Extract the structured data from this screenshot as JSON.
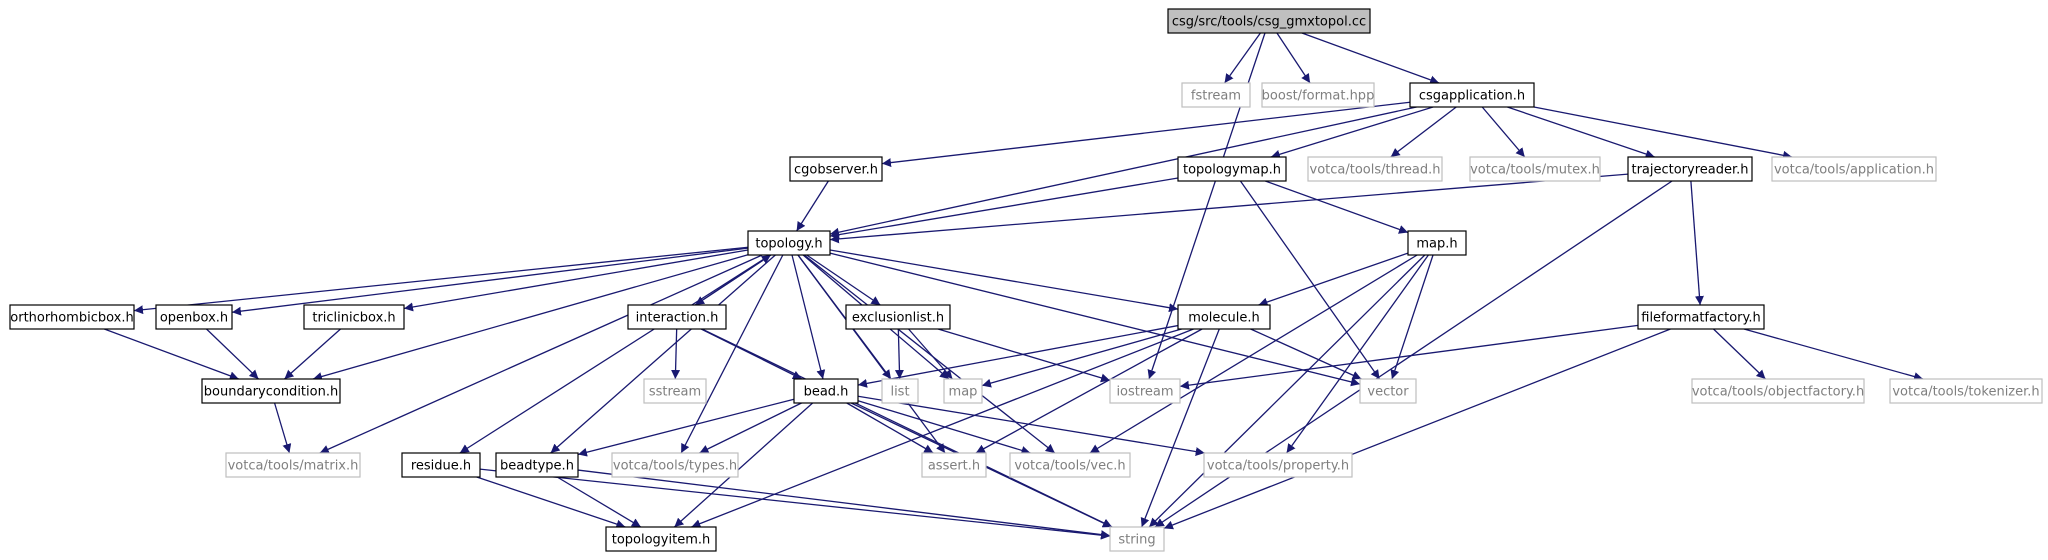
{
  "colors": {
    "edge": "#191970",
    "node_border_main": "#000000",
    "node_border_external": "#bfbfbf",
    "node_fill_root": "#bfbfbf",
    "node_fill": "#ffffff",
    "text_main": "#000000",
    "text_external": "#7f7f7f"
  },
  "nodes": [
    {
      "id": "csg_gmxtopol",
      "label": "csg/src/tools/csg_gmxtopol.cc",
      "kind": "root"
    },
    {
      "id": "fstream",
      "label": "fstream",
      "kind": "external"
    },
    {
      "id": "boost_format",
      "label": "boost/format.hpp",
      "kind": "external"
    },
    {
      "id": "csgapplication",
      "label": "csgapplication.h",
      "kind": "main"
    },
    {
      "id": "cgobserver",
      "label": "cgobserver.h",
      "kind": "main"
    },
    {
      "id": "topologymap",
      "label": "topologymap.h",
      "kind": "main"
    },
    {
      "id": "thread",
      "label": "votca/tools/thread.h",
      "kind": "external"
    },
    {
      "id": "mutex",
      "label": "votca/tools/mutex.h",
      "kind": "external"
    },
    {
      "id": "trajectoryreader",
      "label": "trajectoryreader.h",
      "kind": "main"
    },
    {
      "id": "application",
      "label": "votca/tools/application.h",
      "kind": "external"
    },
    {
      "id": "topology",
      "label": "topology.h",
      "kind": "main"
    },
    {
      "id": "maph",
      "label": "map.h",
      "kind": "main"
    },
    {
      "id": "orthorhombicbox",
      "label": "orthorhombicbox.h",
      "kind": "main"
    },
    {
      "id": "openbox",
      "label": "openbox.h",
      "kind": "main"
    },
    {
      "id": "triclinicbox",
      "label": "triclinicbox.h",
      "kind": "main"
    },
    {
      "id": "interaction",
      "label": "interaction.h",
      "kind": "main"
    },
    {
      "id": "exclusionlist",
      "label": "exclusionlist.h",
      "kind": "main"
    },
    {
      "id": "molecule",
      "label": "molecule.h",
      "kind": "main"
    },
    {
      "id": "fileformatfactory",
      "label": "fileformatfactory.h",
      "kind": "main"
    },
    {
      "id": "boundarycondition",
      "label": "boundarycondition.h",
      "kind": "main"
    },
    {
      "id": "sstream",
      "label": "sstream",
      "kind": "external"
    },
    {
      "id": "beadh",
      "label": "bead.h",
      "kind": "main"
    },
    {
      "id": "list",
      "label": "list",
      "kind": "external"
    },
    {
      "id": "mapstd",
      "label": "map",
      "kind": "external"
    },
    {
      "id": "iostream",
      "label": "iostream",
      "kind": "external"
    },
    {
      "id": "vector",
      "label": "vector",
      "kind": "external"
    },
    {
      "id": "objectfactory",
      "label": "votca/tools/objectfactory.h",
      "kind": "external"
    },
    {
      "id": "tokenizer",
      "label": "votca/tools/tokenizer.h",
      "kind": "external"
    },
    {
      "id": "matrix",
      "label": "votca/tools/matrix.h",
      "kind": "external"
    },
    {
      "id": "residue",
      "label": "residue.h",
      "kind": "main"
    },
    {
      "id": "beadtype",
      "label": "beadtype.h",
      "kind": "main"
    },
    {
      "id": "types",
      "label": "votca/tools/types.h",
      "kind": "external"
    },
    {
      "id": "assert",
      "label": "assert.h",
      "kind": "external"
    },
    {
      "id": "vec",
      "label": "votca/tools/vec.h",
      "kind": "external"
    },
    {
      "id": "property",
      "label": "votca/tools/property.h",
      "kind": "external"
    },
    {
      "id": "topologyitem",
      "label": "topologyitem.h",
      "kind": "main"
    },
    {
      "id": "string",
      "label": "string",
      "kind": "external"
    }
  ],
  "edges": [
    [
      "csg_gmxtopol",
      "fstream"
    ],
    [
      "csg_gmxtopol",
      "boost_format"
    ],
    [
      "csg_gmxtopol",
      "csgapplication"
    ],
    [
      "csg_gmxtopol",
      "iostream"
    ],
    [
      "csgapplication",
      "cgobserver"
    ],
    [
      "csgapplication",
      "topologymap"
    ],
    [
      "csgapplication",
      "thread"
    ],
    [
      "csgapplication",
      "mutex"
    ],
    [
      "csgapplication",
      "trajectoryreader"
    ],
    [
      "csgapplication",
      "application"
    ],
    [
      "csgapplication",
      "topology"
    ],
    [
      "cgobserver",
      "topology"
    ],
    [
      "topologymap",
      "topology"
    ],
    [
      "topologymap",
      "maph"
    ],
    [
      "topologymap",
      "vector"
    ],
    [
      "trajectoryreader",
      "topology"
    ],
    [
      "trajectoryreader",
      "fileformatfactory"
    ],
    [
      "trajectoryreader",
      "string"
    ],
    [
      "topology",
      "orthorhombicbox"
    ],
    [
      "topology",
      "openbox"
    ],
    [
      "topology",
      "triclinicbox"
    ],
    [
      "topology",
      "boundarycondition"
    ],
    [
      "topology",
      "interaction"
    ],
    [
      "topology",
      "exclusionlist"
    ],
    [
      "topology",
      "molecule"
    ],
    [
      "topology",
      "beadh"
    ],
    [
      "topology",
      "list"
    ],
    [
      "topology",
      "mapstd"
    ],
    [
      "topology",
      "vector"
    ],
    [
      "topology",
      "matrix"
    ],
    [
      "topology",
      "residue"
    ],
    [
      "topology",
      "beadtype"
    ],
    [
      "topology",
      "types"
    ],
    [
      "topology",
      "assert"
    ],
    [
      "topology",
      "vec"
    ],
    [
      "interaction",
      "topology"
    ],
    [
      "interaction",
      "sstream"
    ],
    [
      "interaction",
      "beadh"
    ],
    [
      "interaction",
      "string"
    ],
    [
      "exclusionlist",
      "list"
    ],
    [
      "exclusionlist",
      "mapstd"
    ],
    [
      "exclusionlist",
      "iostream"
    ],
    [
      "orthorhombicbox",
      "boundarycondition"
    ],
    [
      "openbox",
      "boundarycondition"
    ],
    [
      "triclinicbox",
      "boundarycondition"
    ],
    [
      "boundarycondition",
      "matrix"
    ],
    [
      "maph",
      "molecule"
    ],
    [
      "maph",
      "vector"
    ],
    [
      "maph",
      "vec"
    ],
    [
      "maph",
      "property"
    ],
    [
      "maph",
      "string"
    ],
    [
      "molecule",
      "beadh"
    ],
    [
      "molecule",
      "mapstd"
    ],
    [
      "molecule",
      "vector"
    ],
    [
      "molecule",
      "assert"
    ],
    [
      "molecule",
      "topologyitem"
    ],
    [
      "molecule",
      "string"
    ],
    [
      "fileformatfactory",
      "iostream"
    ],
    [
      "fileformatfactory",
      "objectfactory"
    ],
    [
      "fileformatfactory",
      "tokenizer"
    ],
    [
      "fileformatfactory",
      "string"
    ],
    [
      "beadh",
      "beadtype"
    ],
    [
      "beadh",
      "types"
    ],
    [
      "beadh",
      "assert"
    ],
    [
      "beadh",
      "vec"
    ],
    [
      "beadh",
      "property"
    ],
    [
      "beadh",
      "topologyitem"
    ],
    [
      "beadh",
      "string"
    ],
    [
      "residue",
      "topologyitem"
    ],
    [
      "residue",
      "string"
    ],
    [
      "beadtype",
      "topologyitem"
    ],
    [
      "beadtype",
      "string"
    ]
  ]
}
